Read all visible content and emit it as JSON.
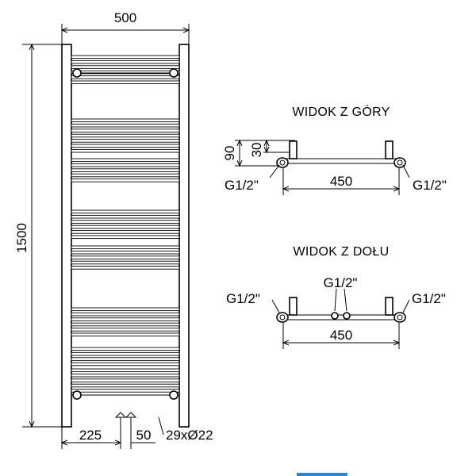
{
  "front_view": {
    "width_label": "500",
    "height_label": "1500",
    "offset_label": "225",
    "spacing_label": "50",
    "tubes_label": "29xØ22",
    "tube_count": 29
  },
  "top_view": {
    "title": "WIDOK Z GÓRY",
    "depth_total_label": "90",
    "depth_inner_label": "30",
    "left_conn_label": "G1/2\"",
    "right_conn_label": "G1/2\"",
    "width_label": "450"
  },
  "bottom_view": {
    "title": "WIDOK Z DOŁU",
    "left_conn_label": "G1/2\"",
    "center_conn_label": "G1/2\"",
    "right_conn_label": "G1/2\"",
    "width_label": "450"
  },
  "colors": {
    "line": "#000000",
    "background": "#ffffff",
    "accent": "#1e88e5"
  }
}
